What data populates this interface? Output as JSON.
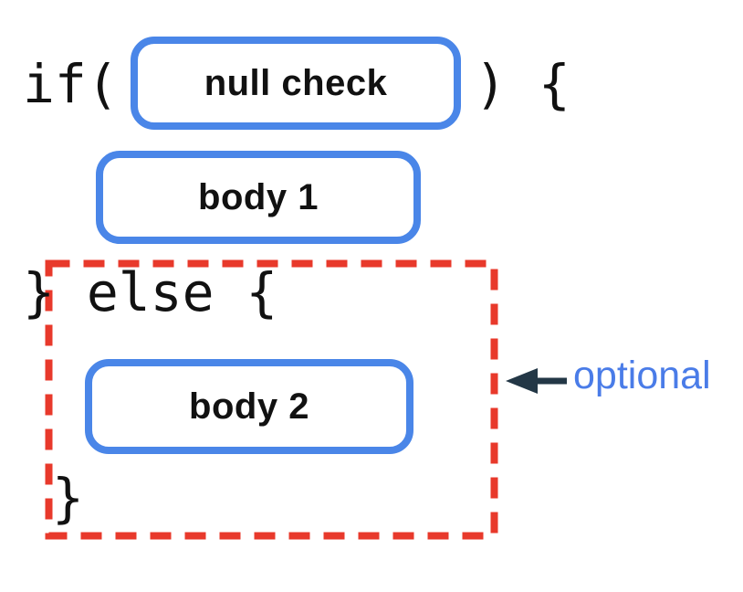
{
  "diagram": {
    "if_line": {
      "open_text": "if(",
      "close_text": ") {"
    },
    "condition_box": {
      "label": "null check"
    },
    "body1_box": {
      "label": "body 1"
    },
    "else_line": {
      "text": "} else {"
    },
    "body2_box": {
      "label": "body 2"
    },
    "closing_brace": {
      "text": "}"
    },
    "annotation": {
      "label": "optional"
    },
    "colors": {
      "box_border": "#4a86e8",
      "dashed_border": "#e8392b",
      "arrow": "#233746",
      "annotation_text": "#4a7ce8",
      "code_text": "#111111"
    }
  }
}
